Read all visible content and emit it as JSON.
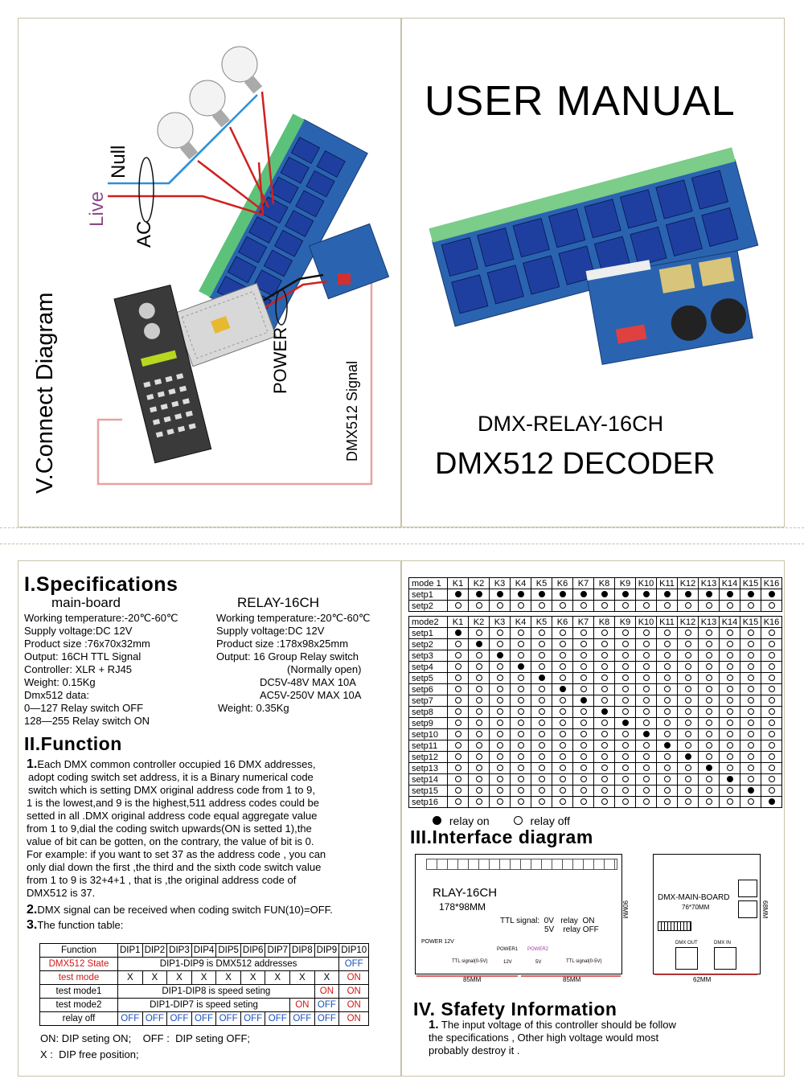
{
  "cover": {
    "title": "USER MANUAL",
    "model": "DMX-RELAY-16CH",
    "subtitle": "DMX512 DECODER"
  },
  "diagram": {
    "section_title": "V.Connect Diagram",
    "live": "Live",
    "null": "Null",
    "ac": "AC",
    "power": "POWER",
    "signal": "DMX512 Signal"
  },
  "specs": {
    "title": "I.Specifications",
    "main": {
      "heading": "main-board",
      "lines": [
        "Working temperature:-20℃-60℃",
        "Supply voltage:DC 12V",
        "Product size :76x70x32mm",
        "Output: 16CH TTL  Signal",
        "Controller: XLR + RJ45",
        "Weight: 0.15Kg",
        "Dmx512 data:",
        "0—127  Relay switch OFF",
        "128—255   Relay switch ON"
      ]
    },
    "relay": {
      "heading": "RELAY-16CH",
      "lines": [
        "Working temperature:-20℃-60℃",
        "Supply voltage:DC 12V",
        "Product size :178x98x25mm",
        "Output: 16 Group Relay switch",
        "(Normally open)",
        "DC5V-48V   MAX 10A",
        "AC5V-250V  MAX 10A",
        "Weight: 0.35Kg"
      ]
    }
  },
  "function": {
    "title": "II.Function",
    "p1_num": "1.",
    "p1": [
      "Each DMX common controller occupied 16 DMX addresses,",
      "adopt coding switch set address, it is a Binary numerical code",
      "switch which is setting DMX original address code from 1 to 9,",
      "1 is the lowest,and 9 is the highest,511 address codes  could be",
      "setted  in all .DMX original address code equal aggregate value",
      "from 1 to 9,dial the coding switch upwards(ON is setted 1),the",
      "value of bit can be  gotten, on the contrary, the value of bit is 0.",
      "For example: if you want to set 37 as the address code , you can",
      "only dial down the first ,the third and the  sixth code switch value",
      "from 1 to 9 is 32+4+1 , that is ,the original address  code of",
      "DMX512 is 37."
    ],
    "p2_num": "2.",
    "p2": "DMX signal can be received when coding switch FUN(10)=OFF.",
    "p3_num": "3.",
    "p3": "The function table:",
    "table": {
      "header": [
        "Function",
        "DIP1",
        "DIP2",
        "DIP3",
        "DIP4",
        "DIP5",
        "DIP6",
        "DIP7",
        "DIP8",
        "DIP9",
        "DIP10"
      ],
      "rows": [
        {
          "name": "DMX512 State",
          "span": "DIP1-DIP9 is DMX512 addresses",
          "last": "OFF"
        },
        {
          "name": "test mode",
          "cells": [
            "X",
            "X",
            "X",
            "X",
            "X",
            "X",
            "X",
            "X",
            "X"
          ],
          "last": "ON"
        },
        {
          "name": "test mode1",
          "span": "DIP1-DIP8 is speed seting",
          "d9": "ON",
          "last": "ON"
        },
        {
          "name": "test mode2",
          "span": "DIP1-DIP7 is speed seting",
          "d8": "ON",
          "d9": "OFF",
          "last": "ON"
        },
        {
          "name": "relay off",
          "cells": [
            "OFF",
            "OFF",
            "OFF",
            "OFF",
            "OFF",
            "OFF",
            "OFF",
            "OFF",
            "OFF"
          ],
          "last": "ON"
        }
      ]
    },
    "notes": [
      "ON: DIP seting ON;    OFF :  DIP seting OFF;",
      "X :  DIP free position;"
    ]
  },
  "modes": {
    "cols": [
      "K1",
      "K2",
      "K3",
      "K4",
      "K5",
      "K6",
      "K7",
      "K8",
      "K9",
      "K10",
      "K11",
      "K12",
      "K13",
      "K14",
      "K15",
      "K16"
    ],
    "mode1_label": "mode 1",
    "mode1_rows": [
      "setp1",
      "setp2"
    ],
    "mode2_label": "mode2",
    "mode2_rows": [
      "setp1",
      "setp2",
      "setp3",
      "setp4",
      "setp5",
      "setp6",
      "setp7",
      "setp8",
      "setp9",
      "setp10",
      "setp11",
      "setp12",
      "setp13",
      "setp14",
      "setp15",
      "setp16"
    ],
    "legend_on": "relay on",
    "legend_off": "relay off"
  },
  "interface": {
    "title": "III.Interface diagram",
    "relay_label": "RLAY-16CH",
    "relay_size": "178*98MM",
    "ttl1": "TTL signal:  0V   relay  ON",
    "ttl2": "5V    relay OFF",
    "dim_85a": "85MM",
    "dim_85b": "85MM",
    "dim_90": "90MM",
    "power12": "POWER 12V",
    "power1": "POWER1",
    "power2": "POWER2",
    "v12": "12V",
    "v5": "5V",
    "ttl_a": "TTL signal(0-5V)",
    "ttl_b": "TTL signal(0-5V)",
    "main_label": "DMX-MAIN-BOARD",
    "main_size": "76*70MM",
    "dmx_out": "DMX OUT",
    "dmx_in": "DMX IN",
    "dim_62": "62MM",
    "dim_68": "68MM",
    "dipswitch": "DIPSWITCH"
  },
  "safety": {
    "title": "IV. Sfafety Information",
    "num": "1.",
    "lines": [
      "The input voltage of this controller should be follow",
      "the specifications , Other high voltage would most",
      "probably destroy it ."
    ]
  }
}
